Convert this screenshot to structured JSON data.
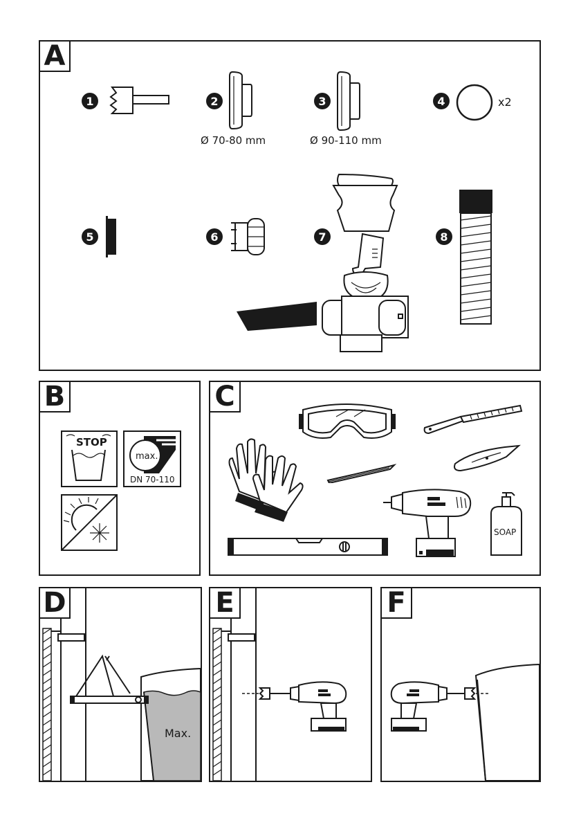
{
  "panels": {
    "a": {
      "letter": "A",
      "items": [
        {
          "number": "1"
        },
        {
          "number": "2",
          "label": "Ø 70-80 mm"
        },
        {
          "number": "3",
          "label": "Ø 90-110 mm"
        },
        {
          "number": "4",
          "label": "x2"
        },
        {
          "number": "5"
        },
        {
          "number": "6"
        },
        {
          "number": "7"
        },
        {
          "number": "8"
        }
      ]
    },
    "b": {
      "letter": "B",
      "stop": "STOP",
      "max": "max.",
      "dn": "DN 70-110"
    },
    "c": {
      "letter": "C",
      "soap": "SOAP"
    },
    "d": {
      "letter": "D",
      "max_label": "Max."
    },
    "e": {
      "letter": "E"
    },
    "f": {
      "letter": "F"
    }
  },
  "colors": {
    "ink": "#1a1a1a",
    "fill_gray": "#b9b9b9"
  },
  "icons": [
    "hole-saw-icon",
    "cover-cap-small-icon",
    "cover-cap-large-icon",
    "sealing-ring-icon",
    "gasket-strip-icon",
    "connector-icon",
    "vent-assembly-icon",
    "hose-icon",
    "stop-cup-icon",
    "pipe-max-icon",
    "sun-snow-icon",
    "gloves-icon",
    "goggles-icon",
    "file-icon",
    "utility-knife-icon",
    "pencil-icon",
    "drill-icon",
    "spirit-level-icon",
    "soap-bottle-icon"
  ]
}
